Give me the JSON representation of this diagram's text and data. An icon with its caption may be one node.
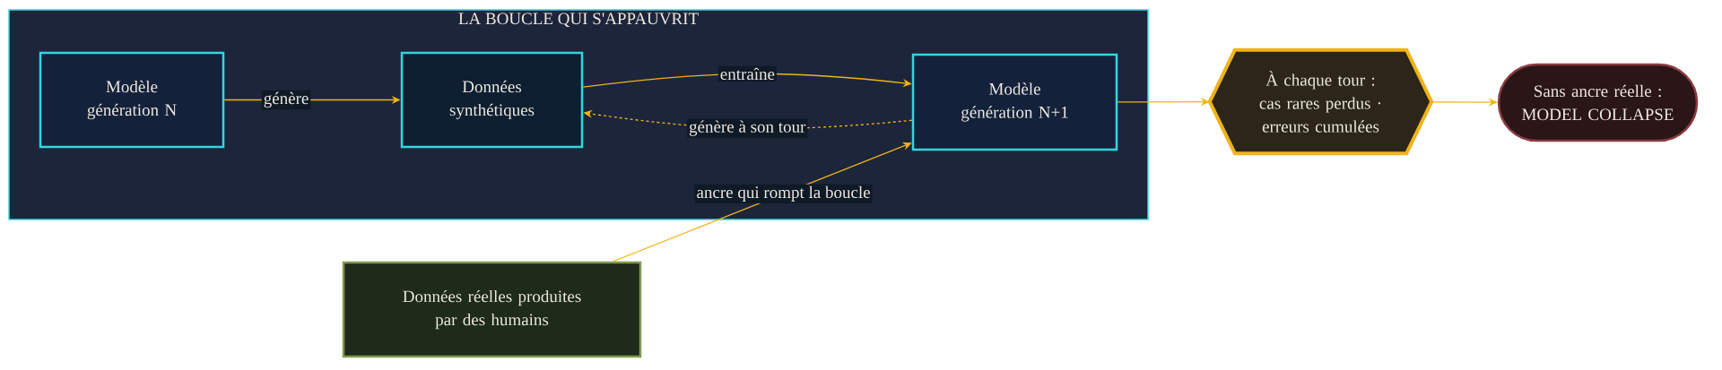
{
  "diagram": {
    "nodes": [
      {
        "text": [
          "LA BOUCLE QUI S'APPAUVRIT"
        ]
      },
      {
        "text": [
          "Modèle génération N"
        ],
        "in": 0
      },
      {
        "text": [
          "Données synthétiques"
        ],
        "in": 0
      },
      {
        "text": [
          "Modèle génération N+1"
        ],
        "in": 0
      },
      {
        "text": [
          "À chaque tour : cas rares perdus · erreurs cumulées"
        ]
      },
      {
        "text": [
          "Sans ancre réelle : MODEL COLLAPSE"
        ]
      },
      {
        "text": [
          "Données réelles produites par des humains"
        ]
      }
    ],
    "edges": [
      {
        "from": 1,
        "to": 2,
        "arrow": "to",
        "label": "génère"
      },
      {
        "from": 2,
        "to": 3,
        "arrow": "to",
        "label": "entraîne"
      },
      {
        "from": 3,
        "to": 2,
        "arrow": "to",
        "label": "génère à son tour",
        "style": "dashed"
      },
      {
        "from": 6,
        "to": 3,
        "arrow": "to",
        "label": "ancre qui rompt la boucle"
      },
      {
        "from": 3,
        "to": 4,
        "arrow": "to"
      },
      {
        "from": 4,
        "to": 5,
        "arrow": "to"
      }
    ]
  }
}
